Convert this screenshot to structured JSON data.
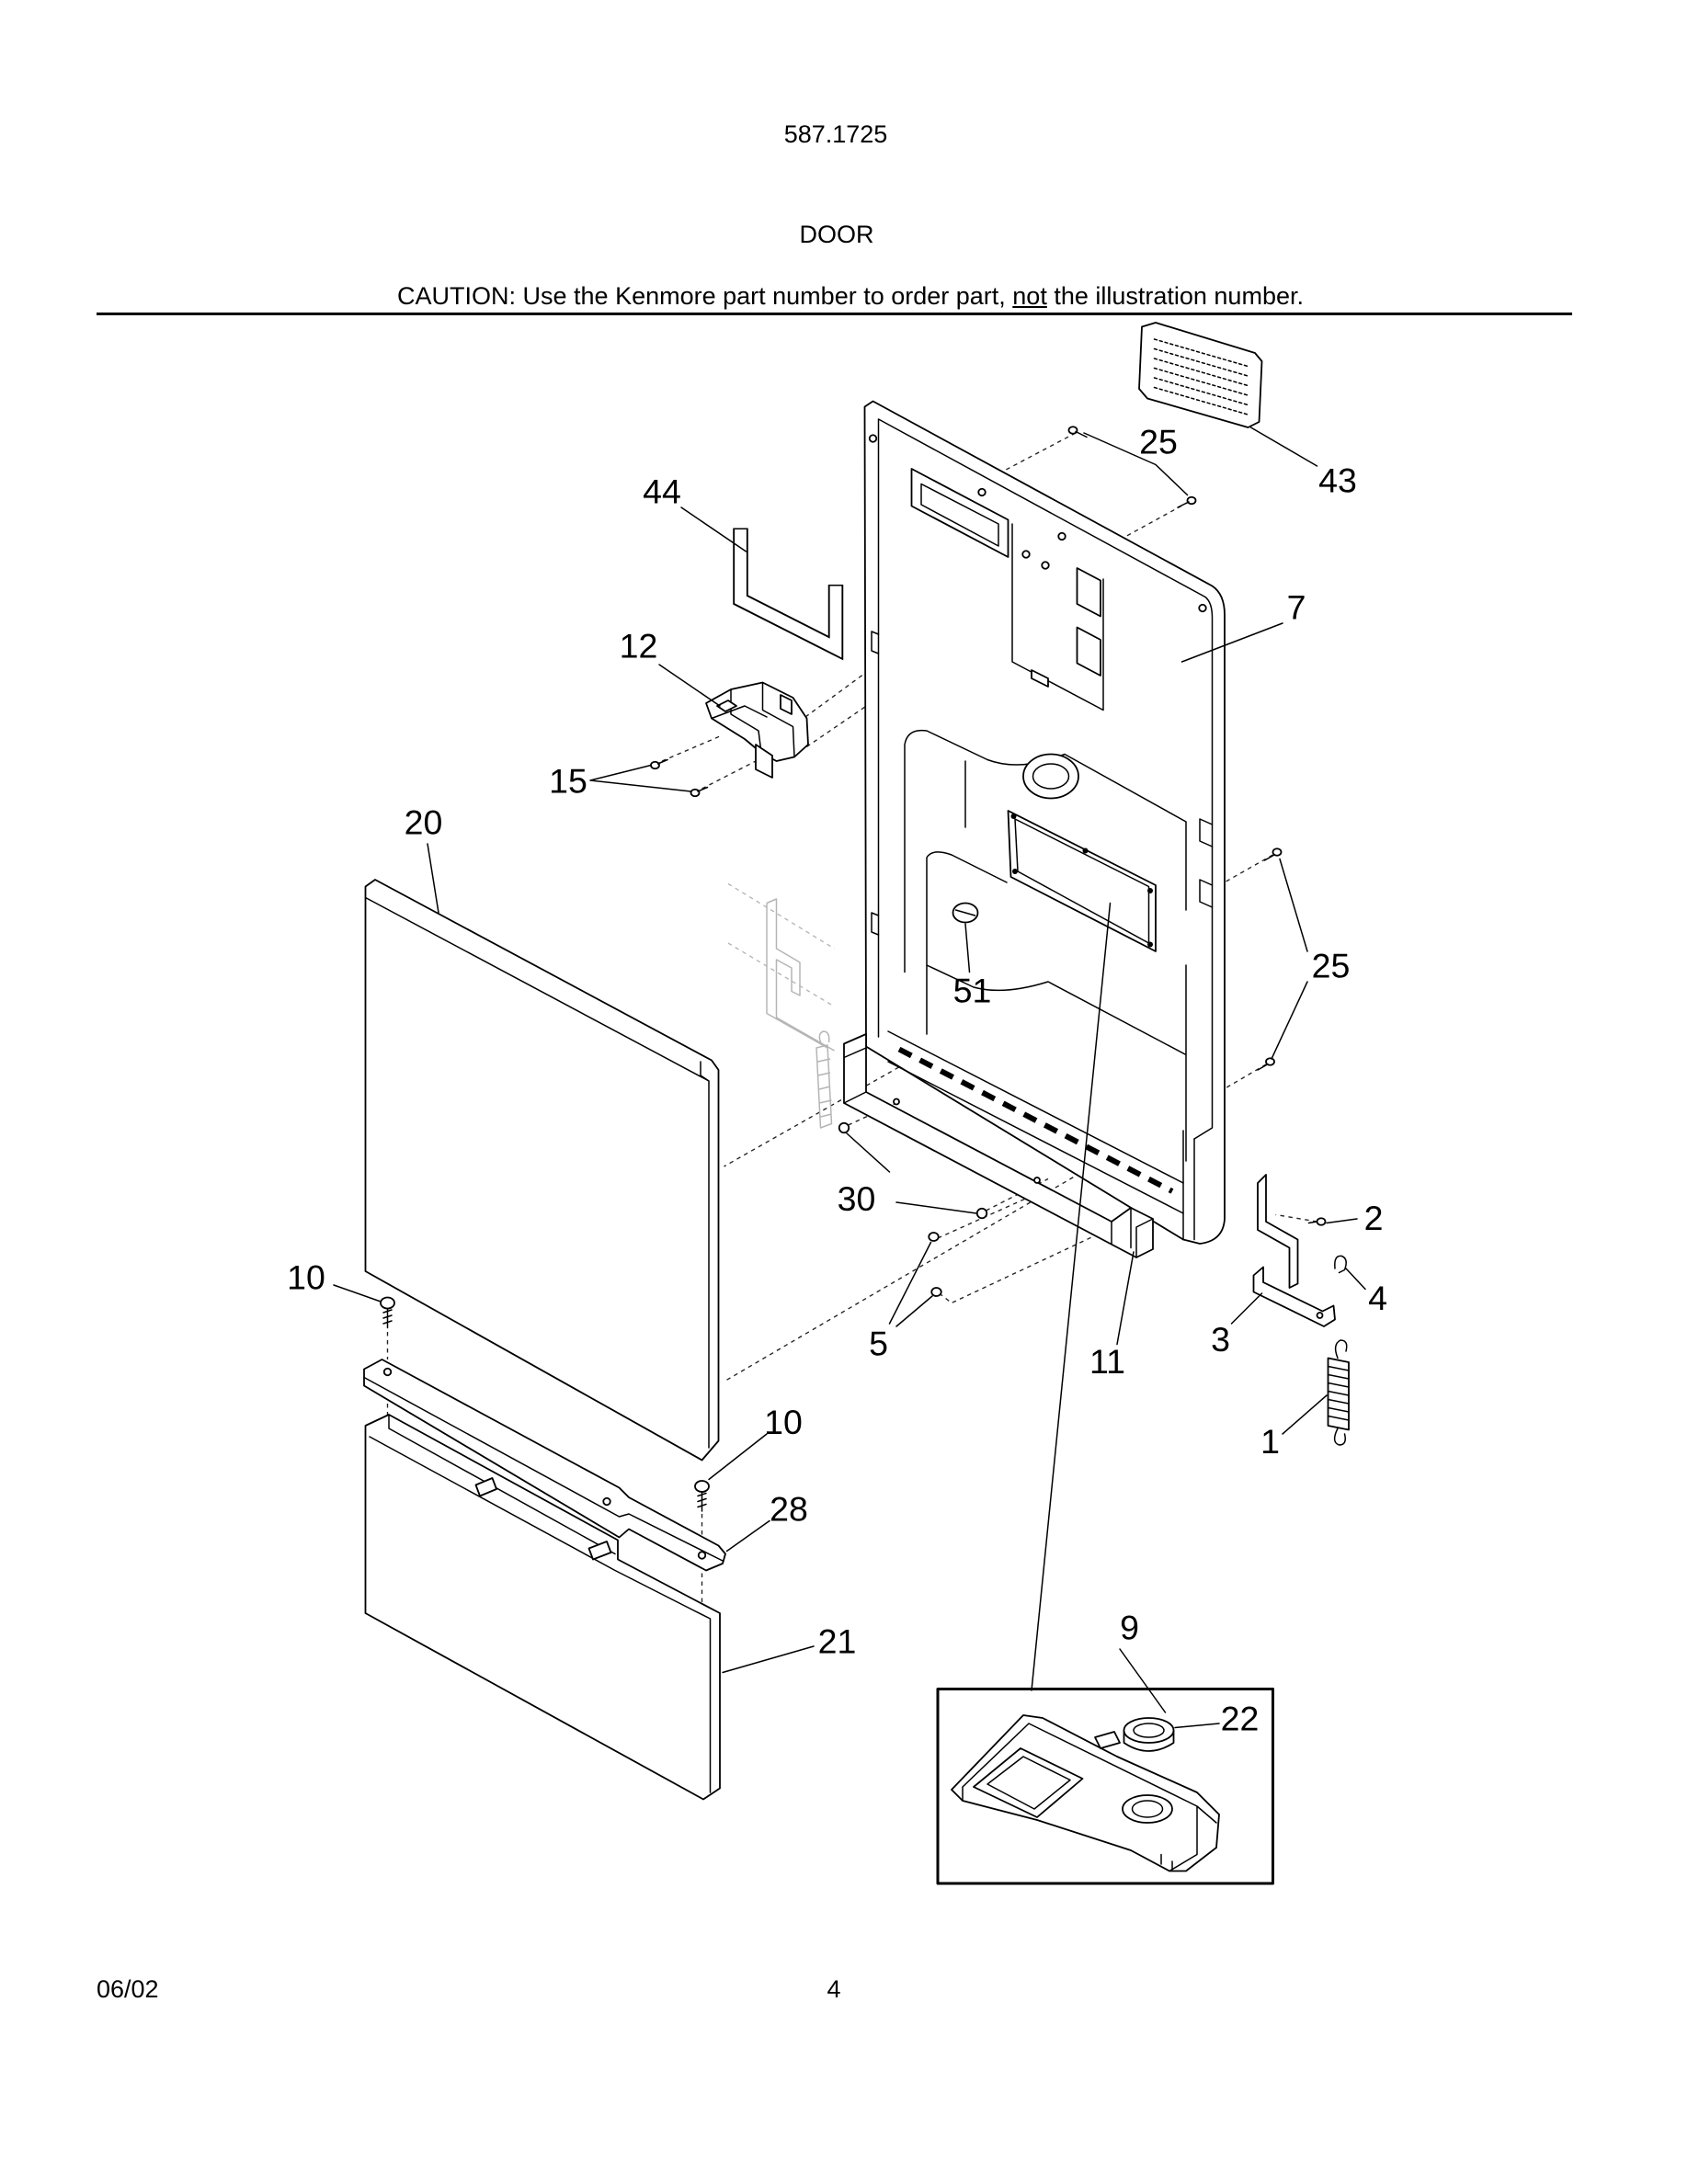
{
  "header": {
    "model_number": "587.1725",
    "section_title": "DOOR",
    "caution": {
      "before": "CAUTION: Use the Kenmore part number to order part, ",
      "emphasis": "not",
      "after": " the illustration number."
    }
  },
  "callouts": [
    "25",
    "43",
    "44",
    "7",
    "12",
    "15",
    "20",
    "25",
    "51",
    "30",
    "2",
    "10",
    "4",
    "5",
    "3",
    "11",
    "10",
    "1",
    "28",
    "9",
    "21",
    "22"
  ],
  "footer": {
    "date": "06/02",
    "page_number": "4"
  }
}
